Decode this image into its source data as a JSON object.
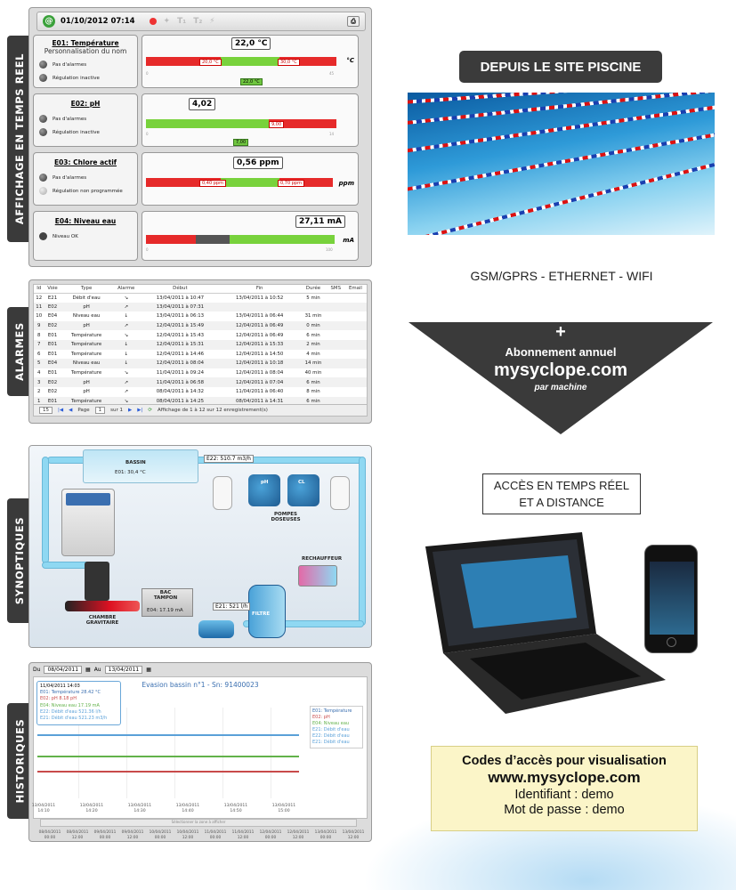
{
  "tabs": {
    "realtime": "AFFICHAGE EN TEMPS REEL",
    "alarms": "ALARMES",
    "synoptic": "SYNOPTIQUES",
    "history": "HISTORIQUES"
  },
  "realtime": {
    "datetime": "01/10/2012 07:14",
    "rows": [
      {
        "title": "E01: Température",
        "subtitle": "Personnalisation du nom",
        "status1": "Pas d'alarmes",
        "status2": "Régulation inactive",
        "value": "22,0 °C",
        "low": "20,0 °C",
        "high": "30,0 °C",
        "setpoint": "22,0 °C",
        "unit": "°C",
        "min": "0",
        "max": "45",
        "level": 0.49
      },
      {
        "title": "E02: pH",
        "subtitle": "",
        "status1": "Pas d'alarmes",
        "status2": "Régulation inactive",
        "value": "4,02",
        "low": "",
        "high": "9,00",
        "setpoint": "7,00",
        "unit": "",
        "min": "0",
        "max": "14",
        "level": 0.29
      },
      {
        "title": "E03: Chlore actif",
        "subtitle": "",
        "status1": "Pas d'alarmes",
        "status2": "Régulation non programmée",
        "value": "0,56 ppm",
        "low": "0,40 ppm",
        "high": "0,70 ppm",
        "setpoint": "",
        "unit": "ppm",
        "min": "",
        "max": "",
        "level": 0.47
      },
      {
        "title": "E04: Niveau eau",
        "subtitle": "",
        "status1": "Niveau OK",
        "status2": "",
        "value": "27,11 mA",
        "low": "",
        "high": "",
        "setpoint": "",
        "unit": "mA",
        "min": "0",
        "max": "100",
        "level": 0.91
      }
    ]
  },
  "alarms": {
    "headers": [
      "Id",
      "Voie",
      "Type",
      "Alarme",
      "Début",
      "Fin",
      "Durée",
      "SMS",
      "Email"
    ],
    "rows": [
      [
        "12",
        "E21",
        "Débit d'eau",
        "↘",
        "13/04/2011 à 10:47",
        "13/04/2011 à 10:52",
        "5 min",
        "",
        ""
      ],
      [
        "11",
        "E02",
        "pH",
        "↗",
        "13/04/2011 à 07:31",
        "",
        "",
        "",
        ""
      ],
      [
        "10",
        "E04",
        "Niveau eau",
        "↓",
        "13/04/2011 à 06:13",
        "13/04/2011 à 06:44",
        "31 min",
        "",
        ""
      ],
      [
        "9",
        "E02",
        "pH",
        "↗",
        "12/04/2011 à 15:49",
        "12/04/2011 à 06:49",
        "0 min",
        "",
        ""
      ],
      [
        "8",
        "E01",
        "Température",
        "↘",
        "12/04/2011 à 15:43",
        "12/04/2011 à 06:49",
        "6 min",
        "",
        ""
      ],
      [
        "7",
        "E01",
        "Température",
        "↓",
        "12/04/2011 à 15:31",
        "12/04/2011 à 15:33",
        "2 min",
        "",
        ""
      ],
      [
        "6",
        "E01",
        "Température",
        "↓",
        "12/04/2011 à 14:46",
        "12/04/2011 à 14:50",
        "4 min",
        "",
        ""
      ],
      [
        "5",
        "E04",
        "Niveau eau",
        "↓",
        "12/04/2011 à 08:04",
        "12/04/2011 à 10:18",
        "14 min",
        "",
        ""
      ],
      [
        "4",
        "E01",
        "Température",
        "↘",
        "11/04/2011 à 09:24",
        "12/04/2011 à 08:04",
        "40 min",
        "",
        ""
      ],
      [
        "3",
        "E02",
        "pH",
        "↗",
        "11/04/2011 à 06:58",
        "12/04/2011 à 07:04",
        "6 min",
        "",
        ""
      ],
      [
        "2",
        "E02",
        "pH",
        "↗",
        "08/04/2011 à 14:32",
        "11/04/2011 à 06:40",
        "8 min",
        "",
        ""
      ],
      [
        "1",
        "E01",
        "Température",
        "↘",
        "08/04/2011 à 14:25",
        "08/04/2011 à 14:31",
        "6 min",
        "",
        ""
      ]
    ],
    "pager": {
      "per_page": "15",
      "page_label": "Page",
      "page": "1",
      "of": "sur 1",
      "summary": "Affichage de 1 à 12 sur 12 enregistrement(s)"
    }
  },
  "synoptic": {
    "basin": "BASSIN",
    "basin_reading": "E01: 30,4 °C",
    "flow_top": "E22: 510.7 m3/h",
    "ph": "pH",
    "cl": "CL",
    "pumps": "POMPES DOSEUSES",
    "heater": "RECHAUFFEUR",
    "tank": "BAC TAMPON",
    "tank_reading": "E04: 17.19 mA",
    "flow_filter": "E21: 521 l/h",
    "filter": "FILTRE",
    "chamber": "CHAMBRE GRAVITAIRE"
  },
  "history": {
    "from_label": "Du",
    "from_date": "08/04/2011",
    "to_label": "Au",
    "to_date": "13/04/2011",
    "title": "Evasion bassin n°1 - Sn: 91400023",
    "tooltip": [
      "11/04/2011 14:03",
      "E01: Température  28.42 °C",
      "E02: pH  8.18 pH",
      "E04: Niveau eau  17.19 mA",
      "E22: Débit d'eau  521.36 l/h",
      "E21: Débit d'eau  521.23 m3/h"
    ],
    "legend": [
      "E01: Température",
      "E02: pH",
      "E04: Niveau eau",
      "E21: Débit d'eau",
      "E22: Débit d'eau",
      "E21: Débit d'eau"
    ],
    "x_ticks": [
      "13/04/2011 14:10",
      "13/04/2011 14:20",
      "13/04/2011 14:30",
      "13/04/2011 14:40",
      "13/04/2011 14:50",
      "13/04/2011 15:00"
    ],
    "scroll_label": "Sélectionner la zone à afficher",
    "scroll_ticks": [
      "08/04/2011 00:00",
      "08/04/2011 12:00",
      "09/04/2011 00:00",
      "09/04/2011 12:00",
      "10/04/2011 00:00",
      "10/04/2011 12:00",
      "11/04/2011 00:00",
      "11/04/2011 12:00",
      "12/04/2011 00:00",
      "12/04/2011 12:00",
      "13/04/2011 00:00",
      "13/04/2011 12:00"
    ]
  },
  "right": {
    "banner": "DEPUIS LE SITE PISCINE",
    "network": "GSM/GPRS - ETHERNET - WIFI",
    "plus": "+",
    "subscription": "Abonnement annuel",
    "site": "mysyclope.com",
    "per_machine": "par machine",
    "access_line1": "ACCÈS EN TEMPS RÉEL",
    "access_line2": "ET A DISTANCE",
    "codes_title": "Codes d’accès pour visualisation",
    "codes_url": "www.mysyclope.com",
    "codes_id": "Identifiant : demo",
    "codes_pwd": "Mot de passe : demo"
  },
  "colors": {
    "red_zone": "#e62a2a",
    "green_zone": "#78d23c",
    "dark_tab": "#3a3a3a",
    "pipe": "#8fd8f2"
  }
}
